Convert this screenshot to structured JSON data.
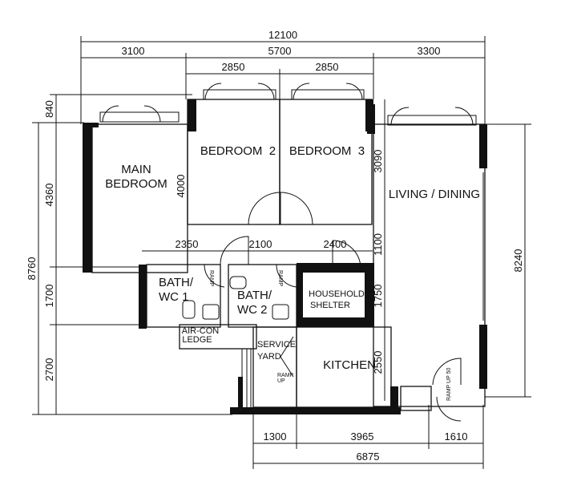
{
  "rooms": {
    "main_bedroom": [
      "MAIN",
      "BEDROOM"
    ],
    "bedroom2": "BEDROOM  2",
    "bedroom3": "BEDROOM  3",
    "living_dining": "LIVING / DINING",
    "bath1": [
      "BATH/",
      "WC 1"
    ],
    "bath2": [
      "BATH/",
      "WC 2"
    ],
    "shelter": [
      "HOUSEHOLD",
      "SHELTER"
    ],
    "aircon": [
      "AIR-CON",
      "LEDGE"
    ],
    "service_yard": [
      "SERVICE",
      "YARD"
    ],
    "kitchen": "KITCHEN"
  },
  "ramp_labels": [
    "RAMP",
    "UP",
    "RAMP UP 50"
  ],
  "dimensions": {
    "top_total": "12100",
    "top_row": [
      "3100",
      "5700",
      "3300"
    ],
    "top_bedrooms": [
      "2850",
      "2850"
    ],
    "left_total": "8760",
    "left_row": [
      "840",
      "4360",
      "1700",
      "2700"
    ],
    "bedroom2_height": "4000",
    "right_total": "8240",
    "right_inner": [
      "3090",
      "1100",
      "1750",
      "2550"
    ],
    "middle_row": [
      "2350",
      "2100",
      "2400"
    ],
    "bottom_row": [
      "1300",
      "3965",
      "1610"
    ],
    "bottom_total": "6875"
  }
}
